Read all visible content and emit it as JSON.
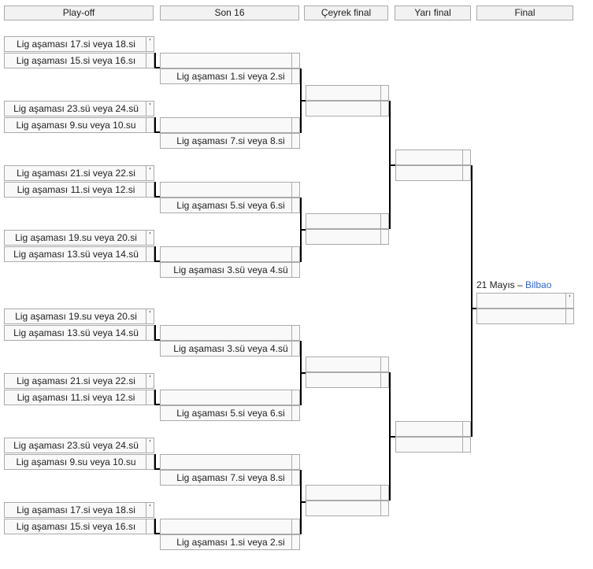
{
  "rounds": [
    "Play-off",
    "Son 16",
    "Çeyrek final",
    "Yarı final",
    "Final"
  ],
  "playoff": [
    "Lig aşaması 17.si veya 18.si",
    "Lig aşaması 15.si veya 16.sı",
    "Lig aşaması 23.sü veya 24.sü",
    "Lig aşaması 9.su veya 10.su",
    "Lig aşaması 21.si veya 22.si",
    "Lig aşaması 11.si veya 12.si",
    "Lig aşaması 19.su veya 20.si",
    "Lig aşaması 13.sü veya 14.sü",
    "Lig aşaması 19.su veya 20.si",
    "Lig aşaması 13.sü veya 14.sü",
    "Lig aşaması 21.si veya 22.si",
    "Lig aşaması 11.si veya 12.si",
    "Lig aşaması 23.sü veya 24.sü",
    "Lig aşaması 9.su veya 10.su",
    "Lig aşaması 17.si veya 18.si",
    "Lig aşaması 15.si veya 16.sı"
  ],
  "round16": [
    "Lig aşaması 1.si veya 2.si",
    "Lig aşaması 7.si veya 8.si",
    "Lig aşaması 5.si veya 6.si",
    "Lig aşaması 3.sü veya 4.sü",
    "Lig aşaması 3.sü veya 4.sü",
    "Lig aşaması 5.si veya 6.si",
    "Lig aşaması 7.si veya 8.si",
    "Lig aşaması 1.si veya 2.si"
  ],
  "score_mark": "'",
  "final_info": {
    "date": "21 Mayıs – ",
    "venue": "Bilbao"
  }
}
